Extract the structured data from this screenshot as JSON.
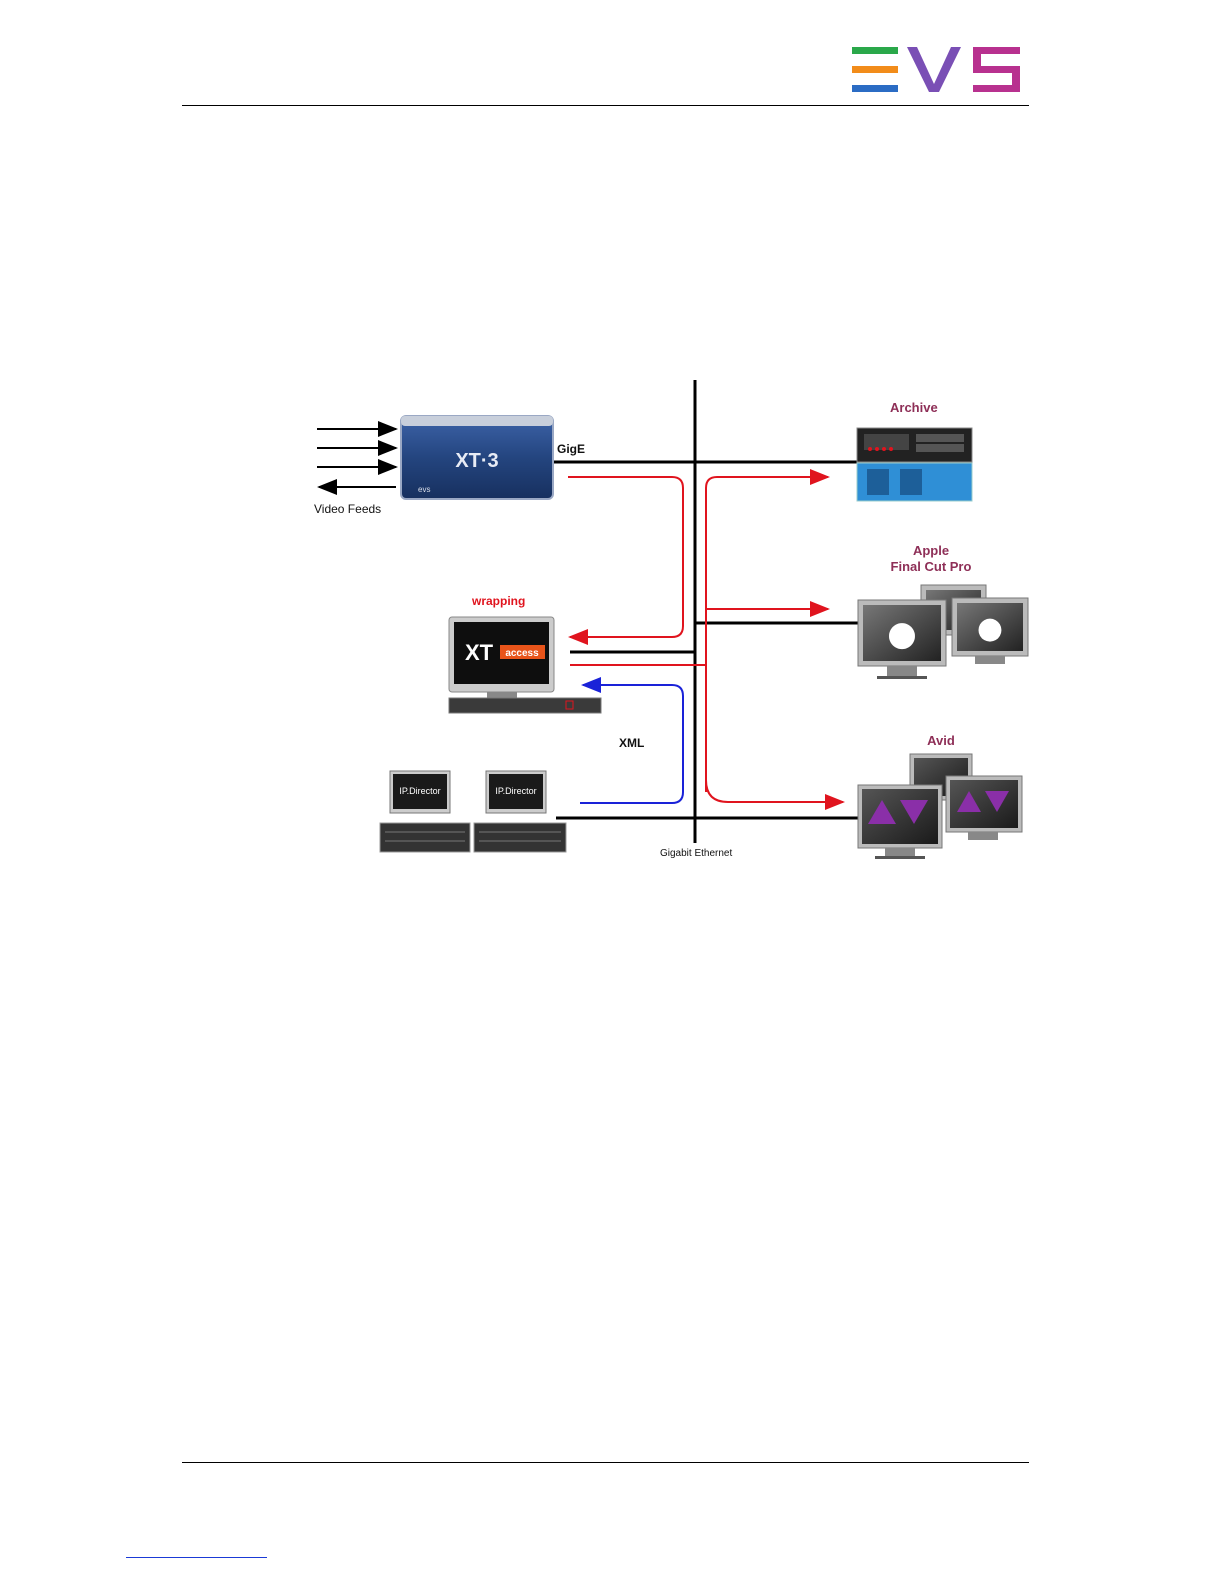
{
  "header": {
    "logo_text": "EVS",
    "logo_colors": [
      "#2aa84a",
      "#f28c1a",
      "#2b6cc4",
      "#7a4fb5",
      "#b8318f"
    ]
  },
  "diagram": {
    "video_feeds_label": "Video Feeds",
    "gige_label": "GigE",
    "wrapping_label": "wrapping",
    "xml_label": "XML",
    "network_label": "Gigabit Ethernet",
    "archive_label": "Archive",
    "apple_label_line1": "Apple",
    "apple_label_line2": "Final Cut Pro",
    "avid_label": "Avid",
    "xt3_logo": "XT·3",
    "xtaccess_logo_main": "XT",
    "xtaccess_logo_badge": "access",
    "ipdirector_logo": "IP.Director",
    "colors": {
      "flow_red": "#e0141e",
      "flow_blue": "#1a22d8",
      "label_purple": "#8e2f57",
      "label_red": "#e0141e"
    }
  }
}
